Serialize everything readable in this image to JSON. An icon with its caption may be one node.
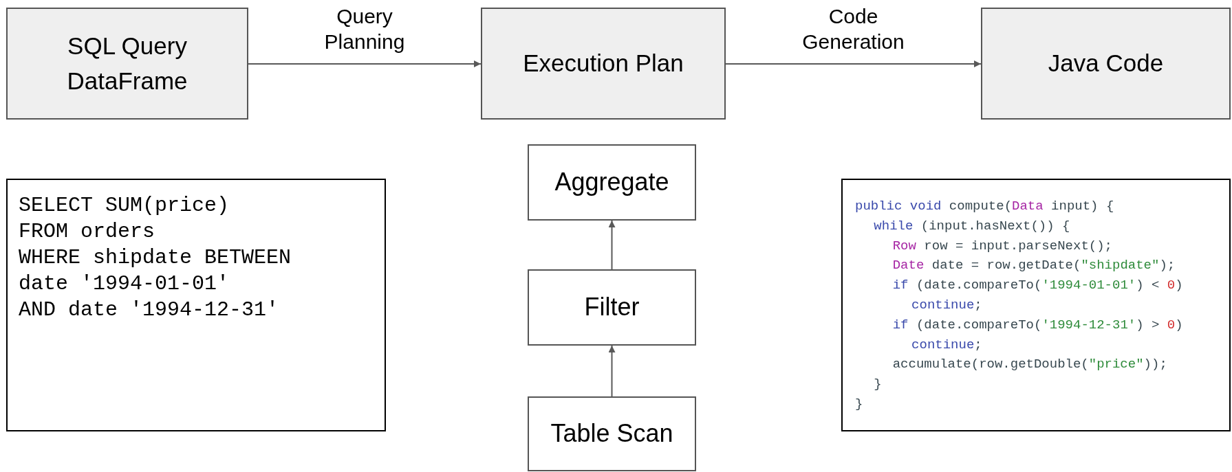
{
  "diagram": {
    "nodes": [
      {
        "text": [
          "SQL Query DataFrame"
        ]
      },
      {
        "text": [
          "Execution Plan"
        ]
      },
      {
        "text": [
          "Java Code"
        ]
      },
      {
        "text": [
          "SELECT SUM(price)",
          "FROM orders",
          "WHERE shipdate BETWEEN",
          "date '1994-01-01'",
          "AND date '1994-12-31'"
        ]
      },
      {
        "text": [
          "Aggregate"
        ]
      },
      {
        "text": [
          "Filter"
        ]
      },
      {
        "text": [
          "Table Scan"
        ]
      },
      {
        "text": [
          "public void compute(Data input) {",
          "while (input.hasNext()) {",
          "Row row = input.parseNext();",
          "Date date = row.getDate(\"shipdate\");",
          "if (date.compareTo('1994-01-01') < 0)",
          "continue;",
          "if (date.compareTo('1994-12-31') > 0)",
          "continue;",
          "accumulate(row.getDouble(\"price\"));",
          "}",
          "}"
        ]
      }
    ],
    "edges": [
      {
        "from": 0,
        "to": 1,
        "arrow": "to",
        "label": "Query Planning"
      },
      {
        "from": 1,
        "to": 2,
        "arrow": "to",
        "label": "Code Generation"
      },
      {
        "from": 5,
        "to": 4,
        "arrow": "to"
      },
      {
        "from": 6,
        "to": 5,
        "arrow": "to"
      }
    ]
  }
}
